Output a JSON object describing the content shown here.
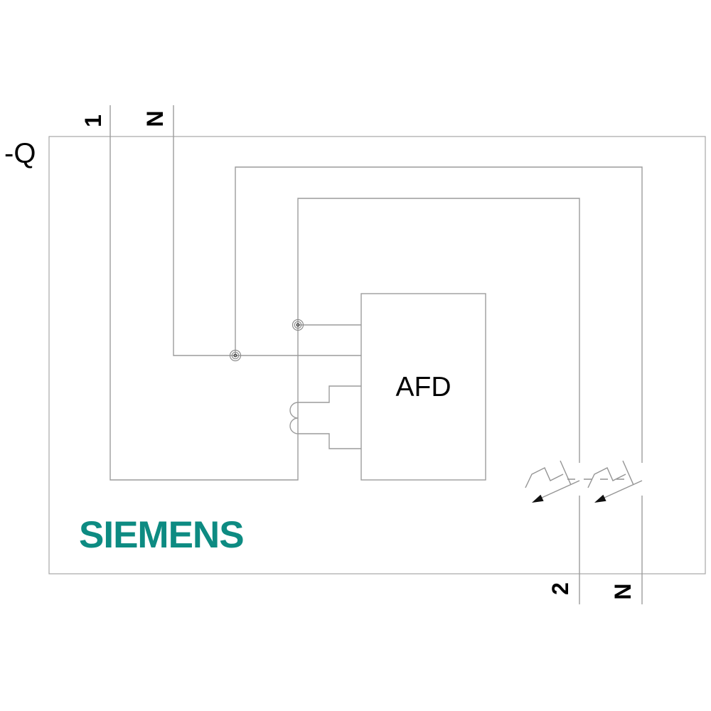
{
  "schematic": {
    "device_reference": "-Q",
    "component_label": "AFD",
    "brand_logo": "SIEMENS",
    "terminals": {
      "top_line": "1",
      "top_neutral": "N",
      "bottom_line": "2",
      "bottom_neutral": "N"
    },
    "colors": {
      "brand_teal": "#0d8b82",
      "wire_gray": "#9c9c9c",
      "arrow_black": "#111111",
      "text_black": "#000000"
    }
  }
}
